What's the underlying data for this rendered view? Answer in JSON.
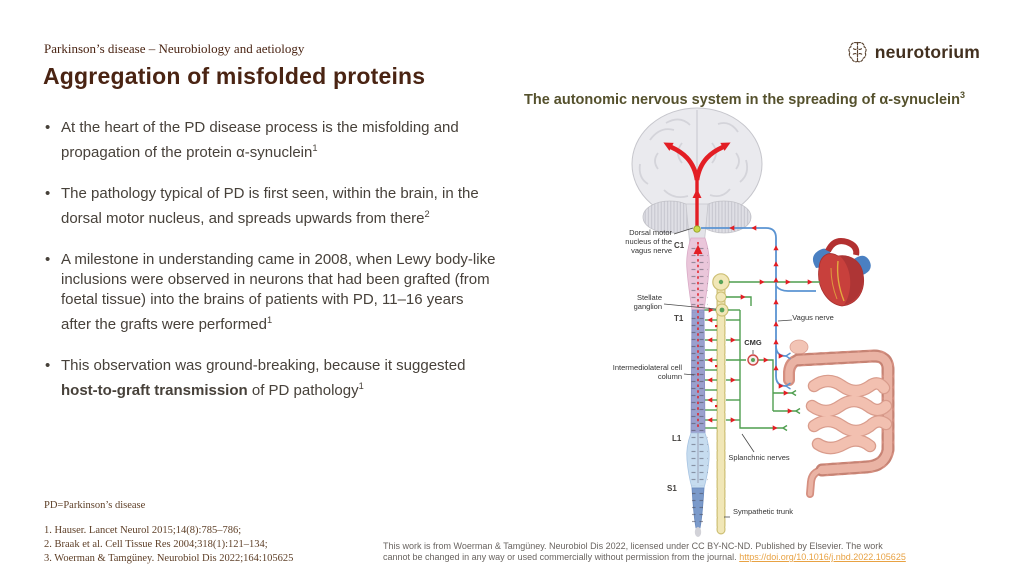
{
  "header": {
    "eyebrow": "Parkinson’s disease – Neurobiology and aetiology",
    "title": "Aggregation of misfolded proteins",
    "logo_text": "neurotorium"
  },
  "bullets": [
    {
      "text": "At the heart of the PD disease process is the misfolding and propagation of the protein α-synuclein",
      "sup": "1"
    },
    {
      "text": "The pathology typical of PD is first seen, within the brain, in the dorsal motor nucleus, and spreads upwards from there",
      "sup": "2"
    },
    {
      "text": "A milestone in understanding came in 2008, when Lewy body-like inclusions were observed in neurons that had been grafted (from foetal tissue) into the brains of patients with PD, 11–16 years after the grafts were performed",
      "sup": "1"
    },
    {
      "text": "This observation was ground-breaking, because it suggested ",
      "bold": "host-to-graft transmission",
      "text2": " of PD pathology",
      "sup": "1"
    }
  ],
  "diagram": {
    "title": "The autonomic nervous system in the spreading of α-synuclein",
    "title_sup": "3",
    "labels": {
      "dorsal_motor": "Dorsal motor nucleus of the vagus nerve",
      "c1": "C1",
      "t1": "T1",
      "l1": "L1",
      "s1": "S1",
      "stellate": "Stellate ganglion",
      "iml": "Intermediolateral cell column",
      "cmg": "CMG",
      "vagus": "Vagus nerve",
      "splanchnic": "Splanchnic nerves",
      "sympathetic": "Sympathetic trunk"
    }
  },
  "footer": {
    "abbrev": "PD=Parkinson’s disease",
    "references": [
      "1. Hauser. Lancet Neurol 2015;14(8):785–786;",
      "2. Braak et al. Cell Tissue Res 2004;318(1):121–134;",
      "3. Woerman & Tamgüney. Neurobiol Dis 2022;164:105625"
    ],
    "attribution_line1": "This work is from Woerman & Tamgüney. Neurobiol Dis 2022, licensed under CC BY-NC-ND. Published by Elsevier. The work",
    "attribution_line2": "cannot be changed in any way or used commercially without permission from the journal. ",
    "attribution_link": "https://doi.org/10.1016/j.nbd.2022.105625"
  },
  "colors": {
    "brand_brown": "#4a2413",
    "body_text": "#47413a",
    "diagram_title": "#55512d",
    "link_orange": "#e8a243",
    "nerve_red": "#e31e24",
    "vagus_blue": "#5b94d2",
    "sympathetic_green": "#4f9e4f",
    "cord_cervical_pink": "#eac6da",
    "cord_thoracic_purple": "#9aa0ce",
    "cord_lumbar_blue": "#c6dcef",
    "cord_sacral_blue": "#7b9aca",
    "trunk_yellow": "#f1e7b7"
  }
}
